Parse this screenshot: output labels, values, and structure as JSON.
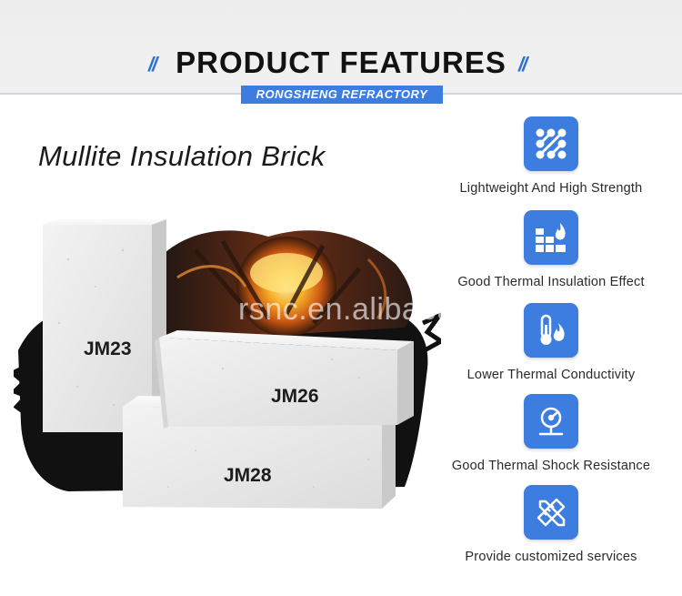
{
  "header": {
    "title": "PRODUCT FEATURES",
    "subtitle": "RONGSHENG REFRACTORY",
    "decor_left": "//",
    "decor_right": "//"
  },
  "product": {
    "name": "Mullite Insulation Brick",
    "bricks": [
      "JM23",
      "JM26",
      "JM28"
    ]
  },
  "watermark": "rsnc.en.alibaba.com",
  "features": [
    {
      "icon": "lightweight-molecule-icon",
      "label": "Lightweight And High Strength"
    },
    {
      "icon": "bricks-fire-icon",
      "label": "Good Thermal Insulation Effect"
    },
    {
      "icon": "thermometer-flame-icon",
      "label": "Lower Thermal Conductivity"
    },
    {
      "icon": "pressure-gauge-icon",
      "label": "Good Thermal Shock Resistance"
    },
    {
      "icon": "ruler-pencil-icon",
      "label": "Provide customized services"
    }
  ],
  "colors": {
    "accent": "#3d7de0",
    "title": "#121212"
  }
}
